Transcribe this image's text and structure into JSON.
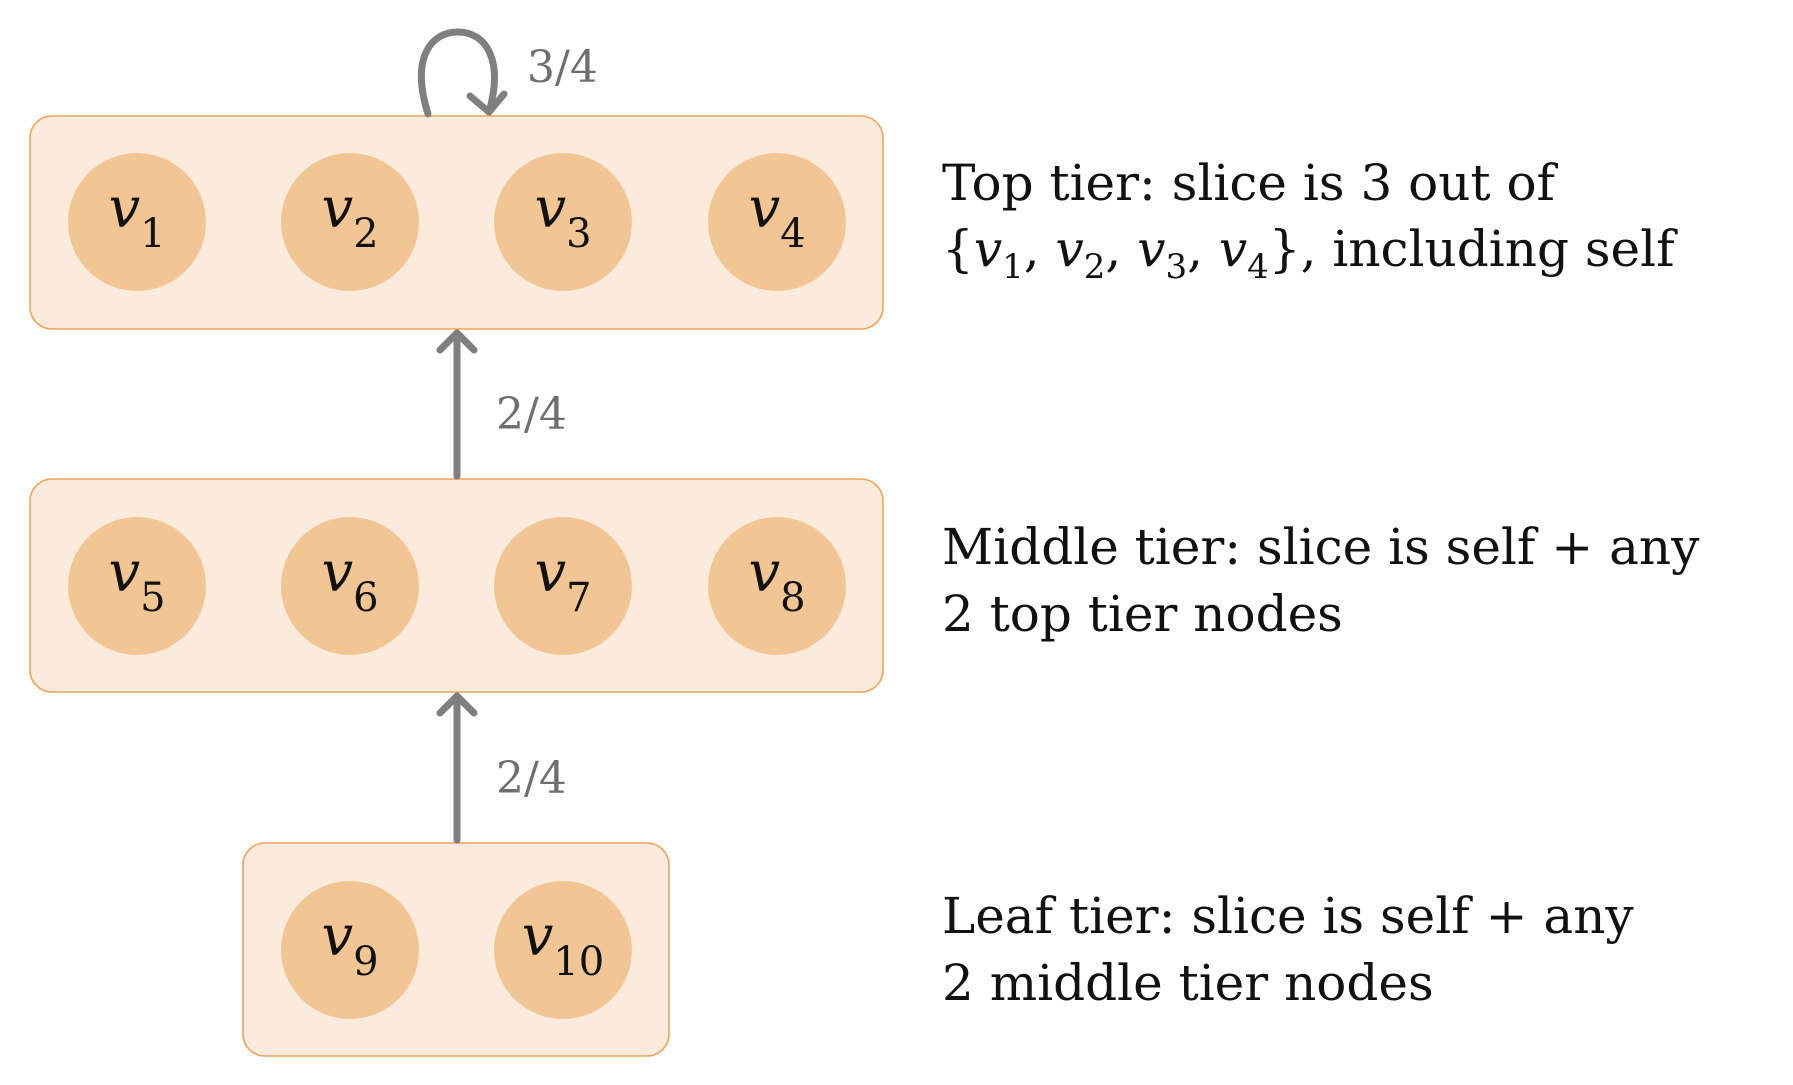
{
  "tiers": {
    "top": {
      "nodes": [
        {
          "var": "v",
          "sub": "1"
        },
        {
          "var": "v",
          "sub": "2"
        },
        {
          "var": "v",
          "sub": "3"
        },
        {
          "var": "v",
          "sub": "4"
        }
      ],
      "description_line1": "Top tier: slice is 3 out of",
      "description_line2_suffix": ", including self",
      "description_set": {
        "open": "{",
        "close": "}",
        "separator": ", ",
        "items": [
          {
            "var": "v",
            "sub": "1"
          },
          {
            "var": "v",
            "sub": "2"
          },
          {
            "var": "v",
            "sub": "3"
          },
          {
            "var": "v",
            "sub": "4"
          }
        ]
      }
    },
    "middle": {
      "nodes": [
        {
          "var": "v",
          "sub": "5"
        },
        {
          "var": "v",
          "sub": "6"
        },
        {
          "var": "v",
          "sub": "7"
        },
        {
          "var": "v",
          "sub": "8"
        }
      ],
      "description_line1": "Middle tier: slice is self + any",
      "description_line2": "2 top tier nodes"
    },
    "leaf": {
      "nodes": [
        {
          "var": "v",
          "sub": "9"
        },
        {
          "var": "v",
          "sub": "10"
        }
      ],
      "description_line1": "Leaf tier: slice is self + any",
      "description_line2": "2 middle tier nodes"
    }
  },
  "edges": {
    "self_loop_label": "3/4",
    "middle_to_top_label": "2/4",
    "leaf_to_middle_label": "2/4"
  },
  "colors": {
    "tier_fill": "#fbebdc",
    "tier_stroke": "#f0a35a",
    "node_fill": "#f2c594",
    "edge": "#7f7f7f",
    "edge_label": "#6f6f6f",
    "text": "#111111"
  }
}
